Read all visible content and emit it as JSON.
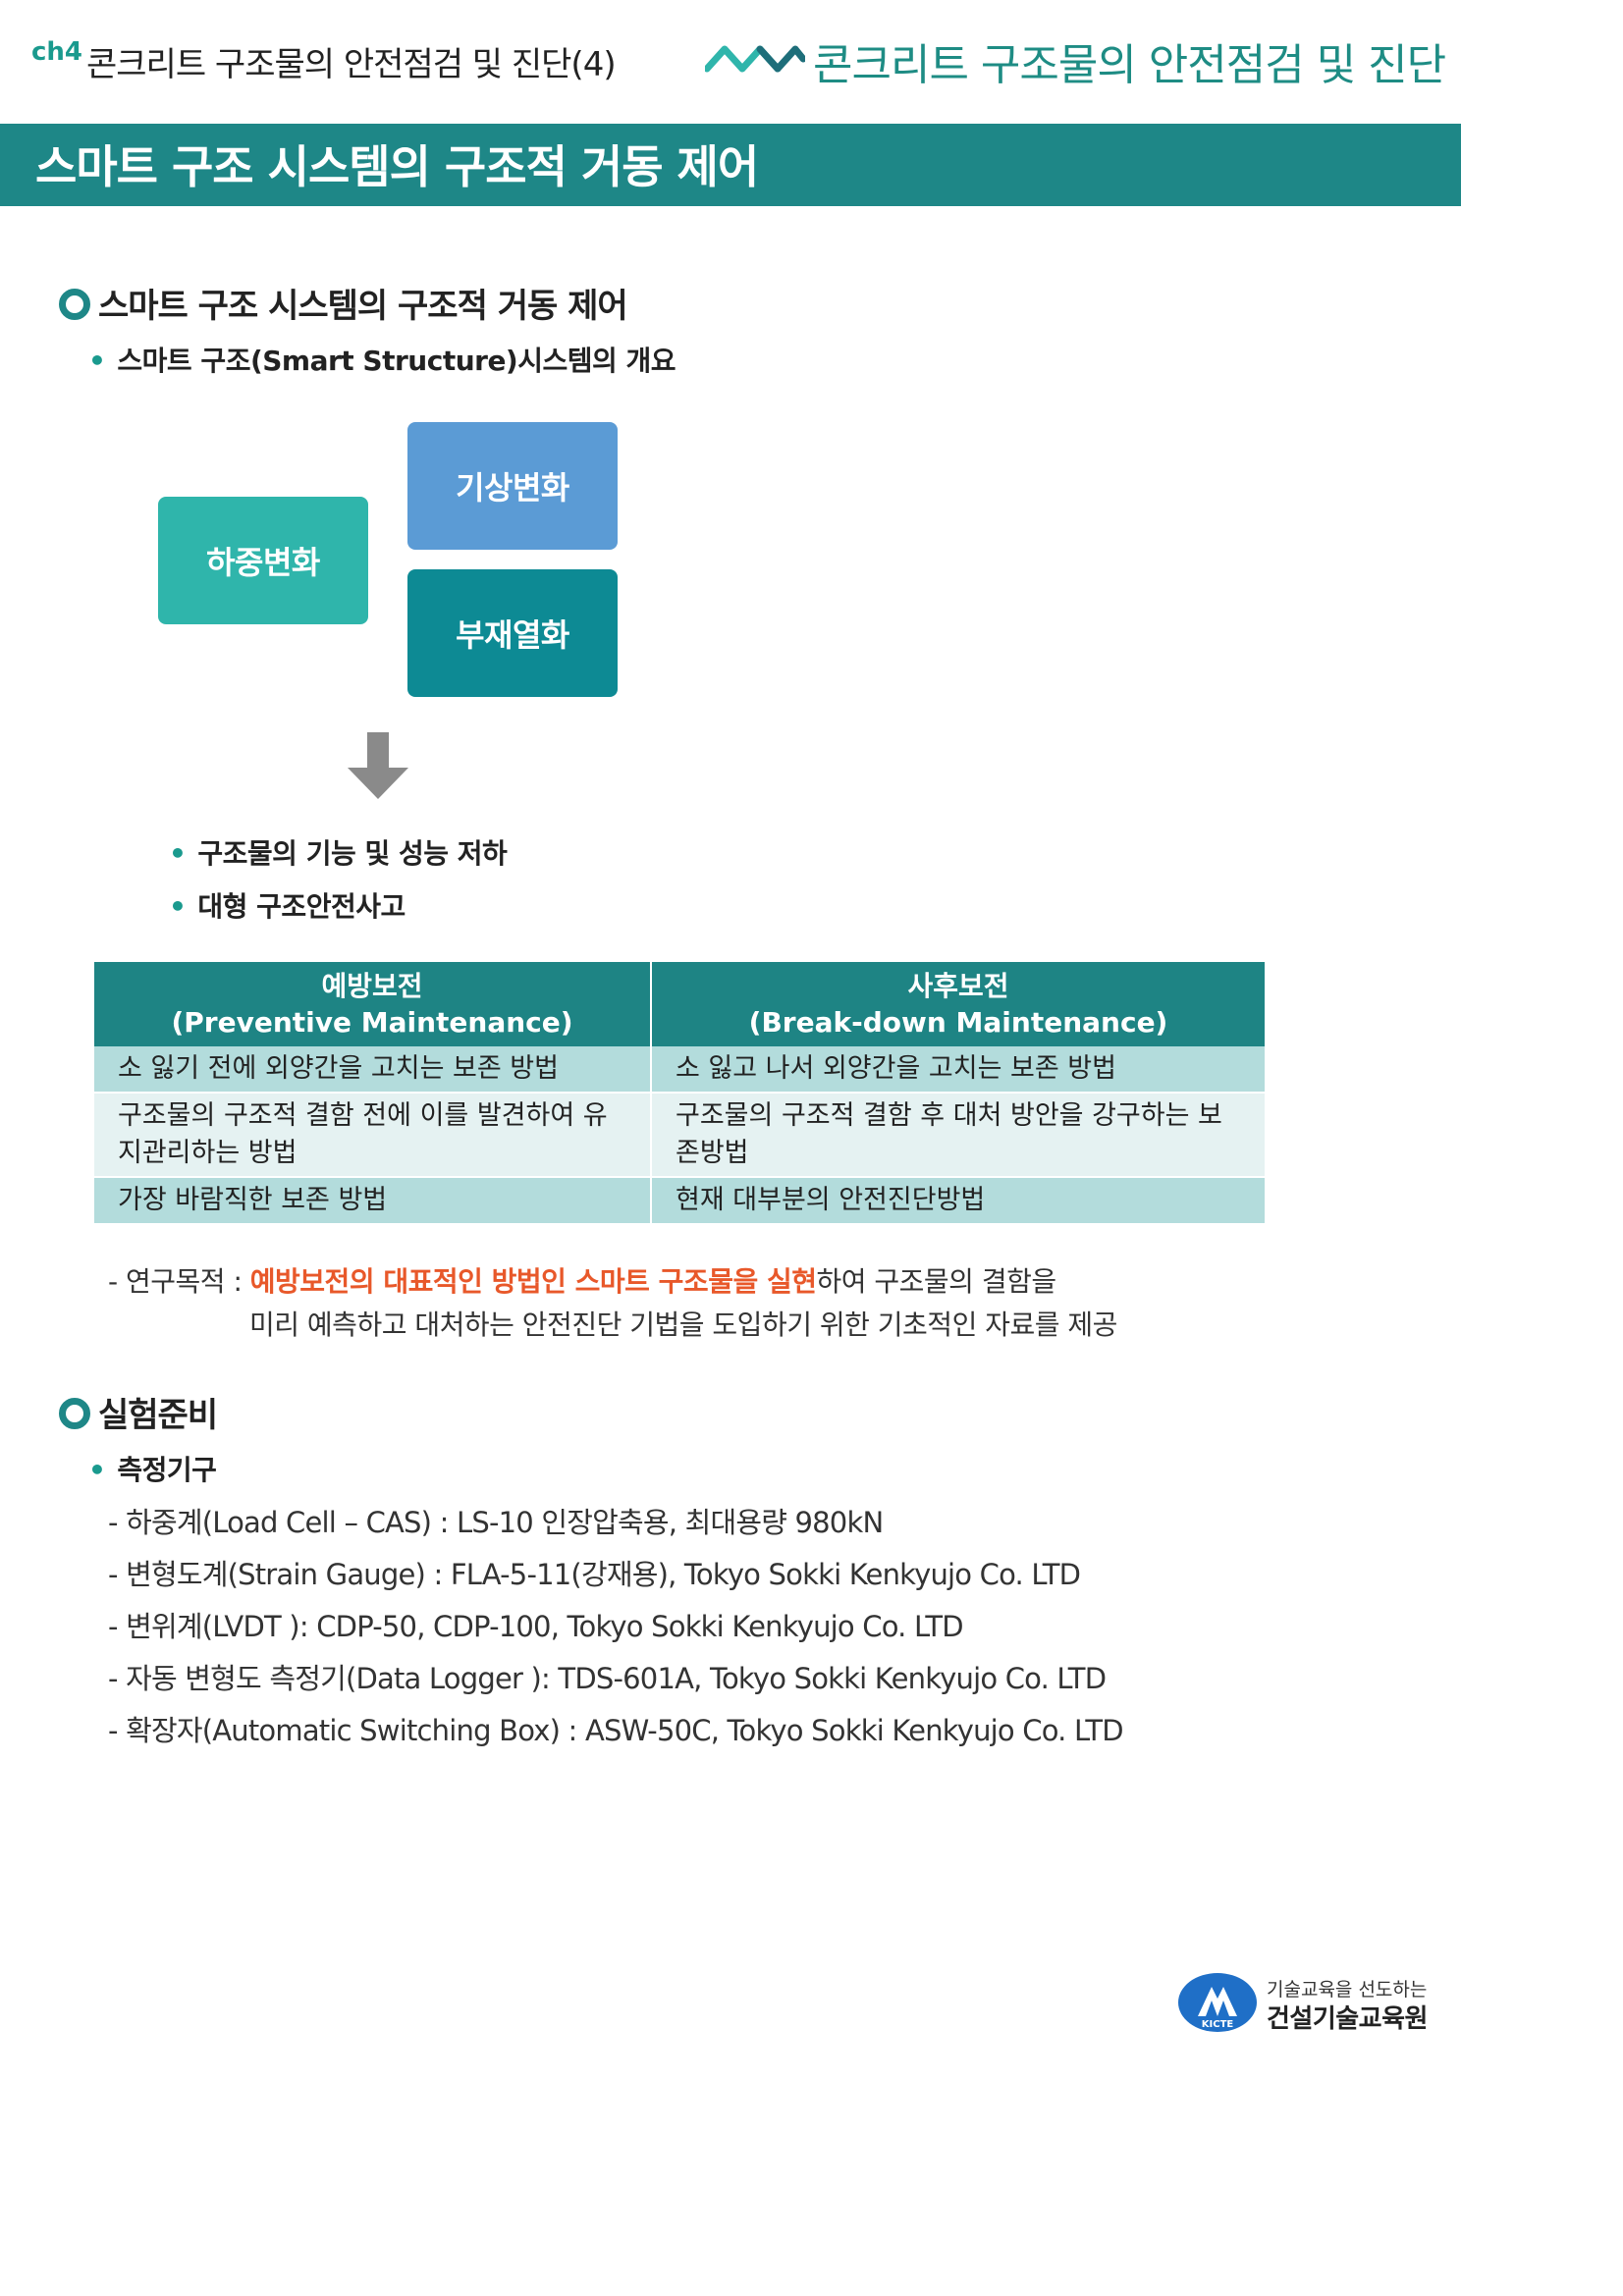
{
  "header": {
    "chapter": "ch4",
    "chapter_title": "콘크리트 구조물의 안전점검 및 진단(4)",
    "brand_title": "콘크리트 구조물의 안전점검 및 진단"
  },
  "banner": {
    "title": "스마트 구조 시스템의 구조적 거동 제어"
  },
  "section1": {
    "title": "스마트 구조 시스템의 구조적 거동 제어",
    "bullet": "스마트 구조(Smart Structure)시스템의 개요",
    "diagram": {
      "box_load": "하중변화",
      "box_weather": "기상변화",
      "box_degrade": "부재열화"
    },
    "results": [
      "구조물의 기능 및 성능 저하",
      "대형 구조안전사고"
    ],
    "table": {
      "headers": [
        [
          "예방보전",
          "(Preventive Maintenance)"
        ],
        [
          "사후보전",
          "(Break-down Maintenance)"
        ]
      ],
      "rows": [
        [
          "소 잃기 전에 외양간을 고치는 보존 방법",
          "소 잃고 나서 외양간을 고치는 보존 방법"
        ],
        [
          "구조물의 구조적 결함 전에 이를 발견하여 유지관리하는 방법",
          "구조물의 구조적 결함 후 대처 방안을 강구하는 보존방법"
        ],
        [
          "가장 바람직한 보존 방법",
          "현재 대부분의 안전진단방법"
        ]
      ]
    },
    "purpose": {
      "prefix": "- 연구목적 : ",
      "highlight": "예방보전의 대표적인 방법인 스마트 구조물을 실현",
      "suffix": "하여 구조물의 결함을",
      "line2": "미리 예측하고 대처하는 안전진단 기법을 도입하기 위한 기초적인 자료를 제공"
    }
  },
  "section2": {
    "title": "실험준비",
    "bullet": "측정기구",
    "items": [
      "- 하중계(Load Cell – CAS) : LS-10 인장압축용, 최대용량 980kN",
      "- 변형도계(Strain Gauge) : FLA-5-11(강재용), Tokyo Sokki Kenkyujo Co. LTD",
      "- 변위계(LVDT ): CDP-50, CDP-100, Tokyo Sokki Kenkyujo Co. LTD",
      "- 자동 변형도 측정기(Data Logger ): TDS-601A, Tokyo Sokki Kenkyujo Co. LTD",
      "- 확장자(Automatic Switching Box) : ASW-50C, Tokyo Sokki Kenkyujo Co. LTD"
    ]
  },
  "footer": {
    "tagline": "기술교육을 선도하는",
    "org": "건설기술교육원",
    "logo_text": "KICTE"
  },
  "colors": {
    "teal": "#1e8787",
    "box_load": "#2fb5ab",
    "box_weather": "#5b9bd5",
    "box_degrade": "#0d8a94",
    "highlight": "#e8582a"
  }
}
